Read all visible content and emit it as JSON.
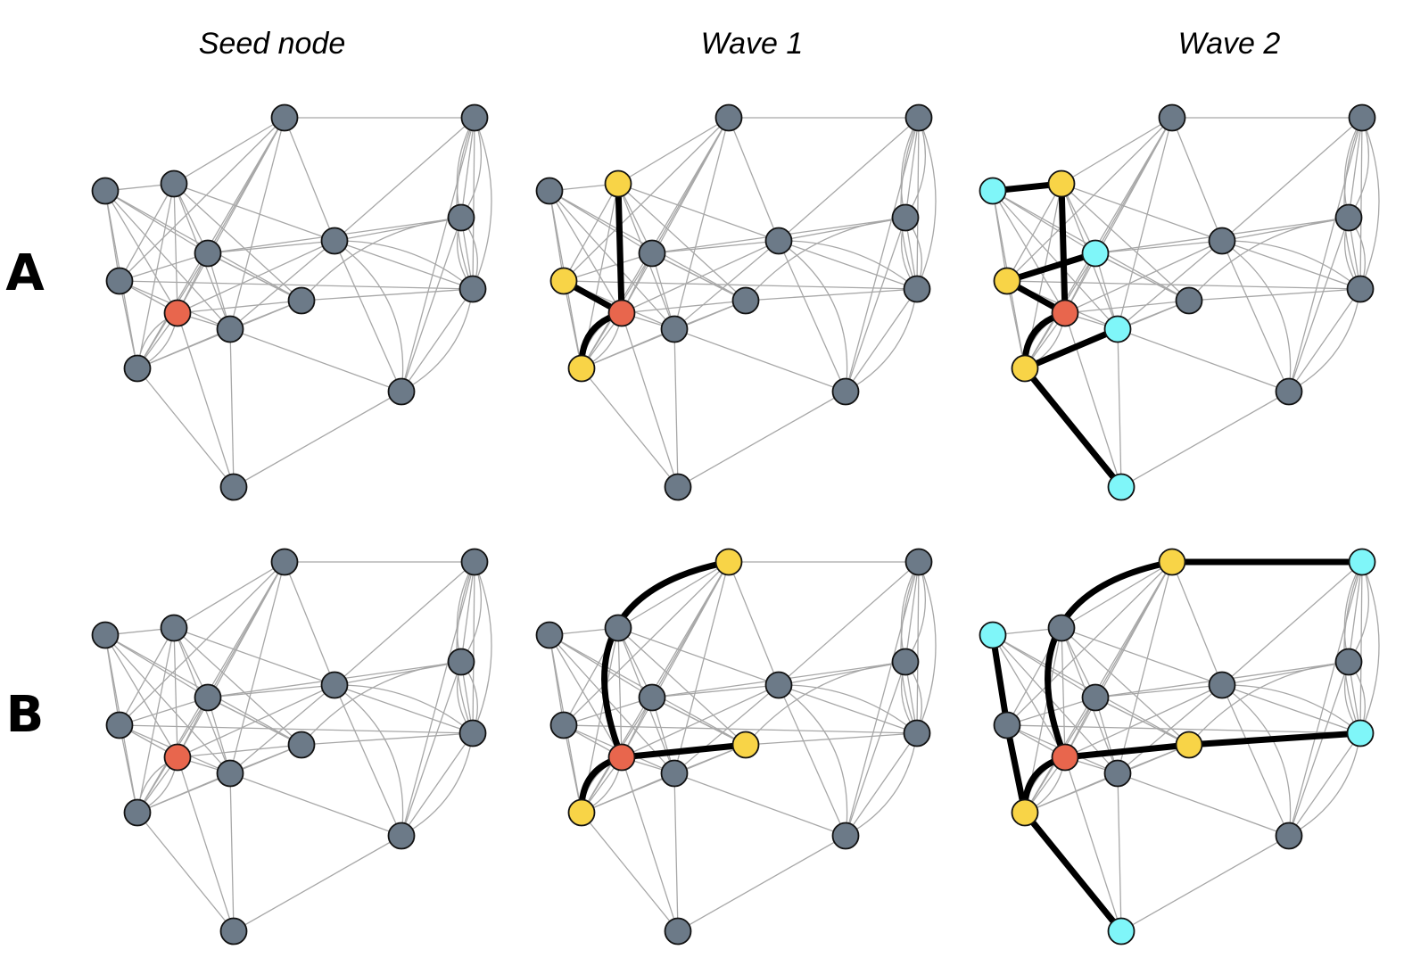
{
  "columns": [
    "Seed node",
    "Wave 1",
    "Wave 2"
  ],
  "rows": [
    "A",
    "B"
  ],
  "colors": {
    "default_node": "#6c7a88",
    "seed": "#e8664d",
    "wave1": "#f8d447",
    "wave2": "#7ff6f9",
    "background_edge": "#a7a7a7",
    "highlight_edge": "#000000"
  },
  "legend_note": ""
}
